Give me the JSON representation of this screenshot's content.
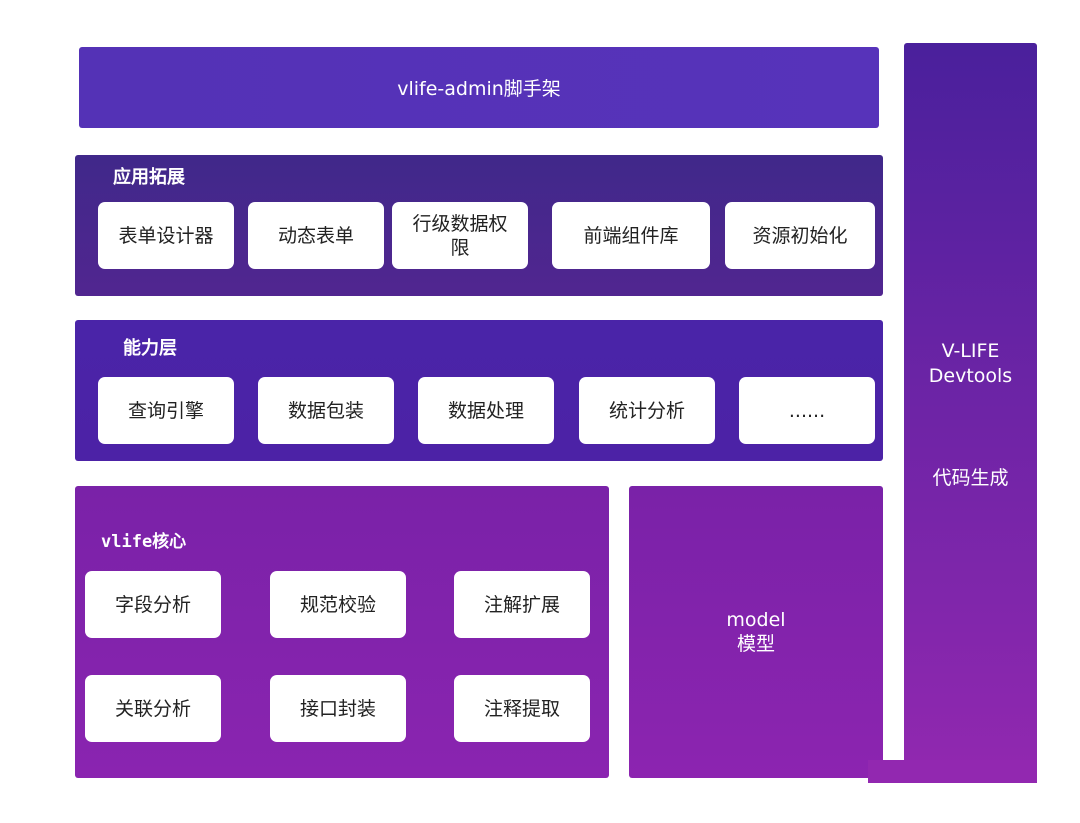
{
  "scaffold": {
    "label": "vlife-admin脚手架"
  },
  "app_ext": {
    "title": "应用拓展",
    "items": [
      "表单设计器",
      "动态表单",
      "行级数据权限",
      "前端组件库",
      "资源初始化"
    ]
  },
  "capability": {
    "title": "能力层",
    "items": [
      "查询引擎",
      "数据包装",
      "数据处理",
      "统计分析",
      "......"
    ]
  },
  "core": {
    "title": "vlife核心",
    "items": [
      "字段分析",
      "规范校验",
      "注解扩展",
      "关联分析",
      "接口封装",
      "注释提取"
    ]
  },
  "model": {
    "line1": "model",
    "line2": "模型"
  },
  "devtools": {
    "line1": "V-LIFE",
    "line2": "Devtools",
    "subtitle": "代码生成"
  }
}
